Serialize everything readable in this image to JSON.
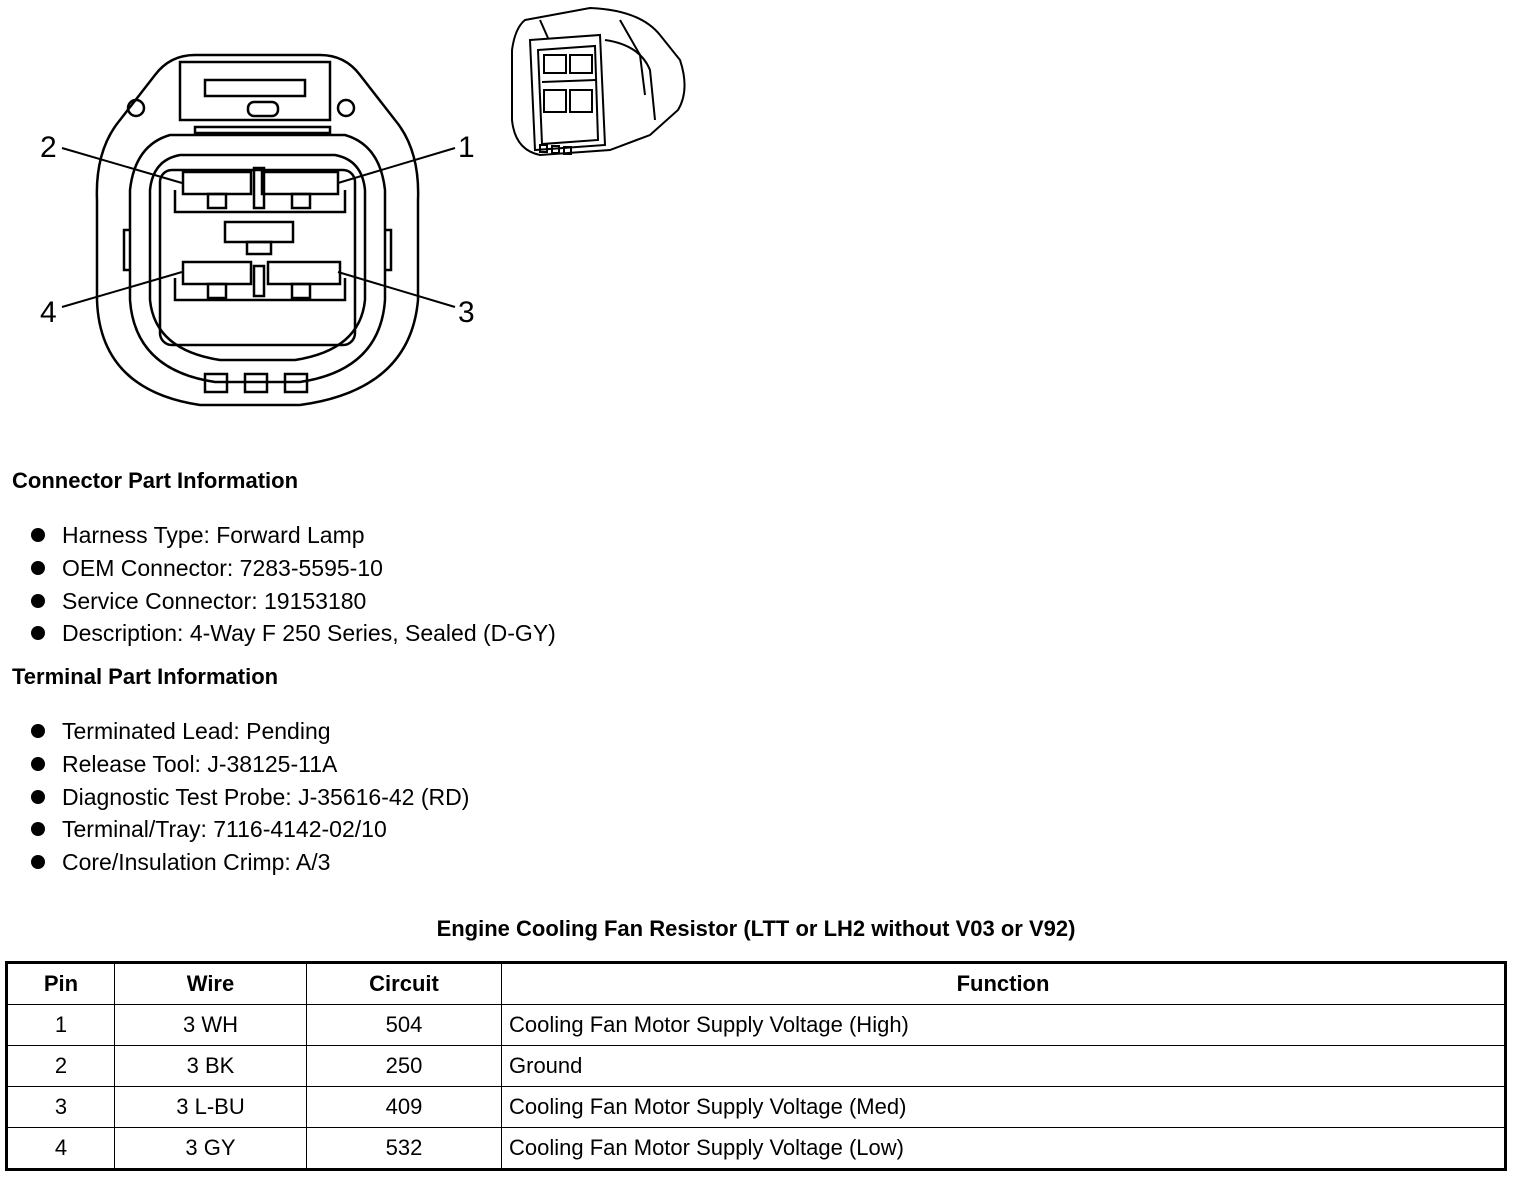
{
  "diagram": {
    "pins": [
      "1",
      "2",
      "3",
      "4"
    ]
  },
  "connector_info": {
    "heading": "Connector Part Information",
    "items": [
      "Harness Type: Forward Lamp",
      "OEM Connector: 7283-5595-10",
      "Service Connector: 19153180",
      "Description: 4-Way F 250 Series, Sealed (D-GY)"
    ]
  },
  "terminal_info": {
    "heading": "Terminal Part Information",
    "items": [
      "Terminated Lead: Pending",
      "Release Tool: J-38125-11A",
      "Diagnostic Test Probe: J-35616-42 (RD)",
      "Terminal/Tray: 7116-4142-02/10",
      "Core/Insulation Crimp: A/3"
    ]
  },
  "table": {
    "title": "Engine Cooling Fan Resistor (LTT or LH2 without V03 or V92)",
    "headers": [
      "Pin",
      "Wire",
      "Circuit",
      "Function"
    ],
    "rows": [
      [
        "1",
        "3 WH",
        "504",
        "Cooling Fan Motor Supply Voltage (High)"
      ],
      [
        "2",
        "3 BK",
        "250",
        "Ground"
      ],
      [
        "3",
        "3 L-BU",
        "409",
        "Cooling Fan Motor Supply Voltage (Med)"
      ],
      [
        "4",
        "3 GY",
        "532",
        "Cooling Fan Motor Supply Voltage (Low)"
      ]
    ]
  }
}
